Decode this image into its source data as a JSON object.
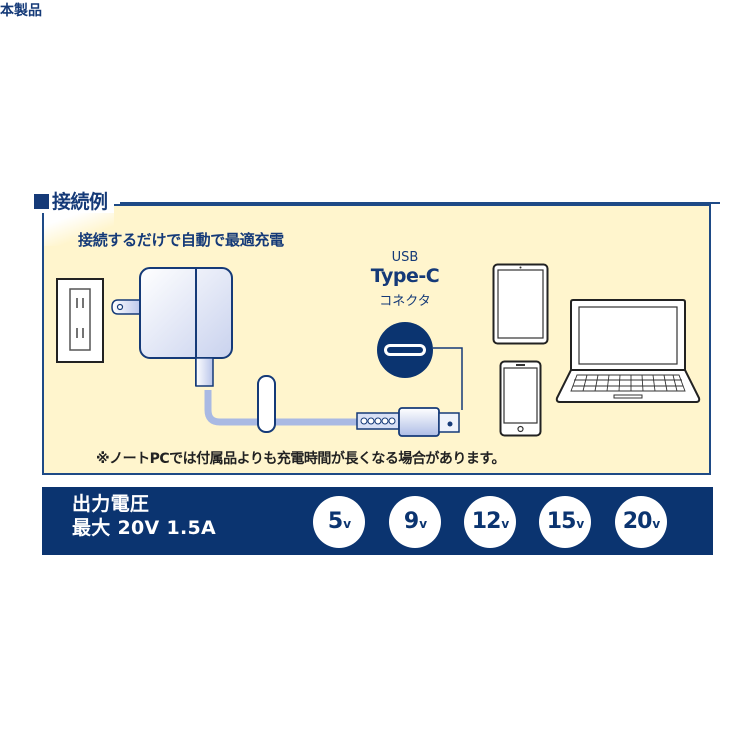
{
  "section": {
    "title": "接続例"
  },
  "diagram": {
    "headline": "接続するだけで自動で最適充電",
    "product_label": "本製品",
    "connector": {
      "line1": "USB",
      "line2": "Type-C",
      "line3": "コネクタ"
    },
    "devices": [
      "outlet-icon",
      "ac-adapter-icon",
      "usb-c-port-icon",
      "tablet-icon",
      "smartphone-icon",
      "laptop-icon"
    ],
    "note": "※ノートPCでは付属品よりも充電時間が長くなる場合があります。"
  },
  "output": {
    "title_line1": "出力電圧",
    "title_line2": "最大 20V 1.5A",
    "voltages": [
      {
        "value": "5",
        "unit": "V"
      },
      {
        "value": "9",
        "unit": "V"
      },
      {
        "value": "12",
        "unit": "V"
      },
      {
        "value": "15",
        "unit": "V"
      },
      {
        "value": "20",
        "unit": "V"
      }
    ]
  },
  "colors": {
    "navy": "#0b3470",
    "accent_blue": "#153a78",
    "panel_yellow": "#fff5cd",
    "cable_blue": "#a9b9e3"
  }
}
